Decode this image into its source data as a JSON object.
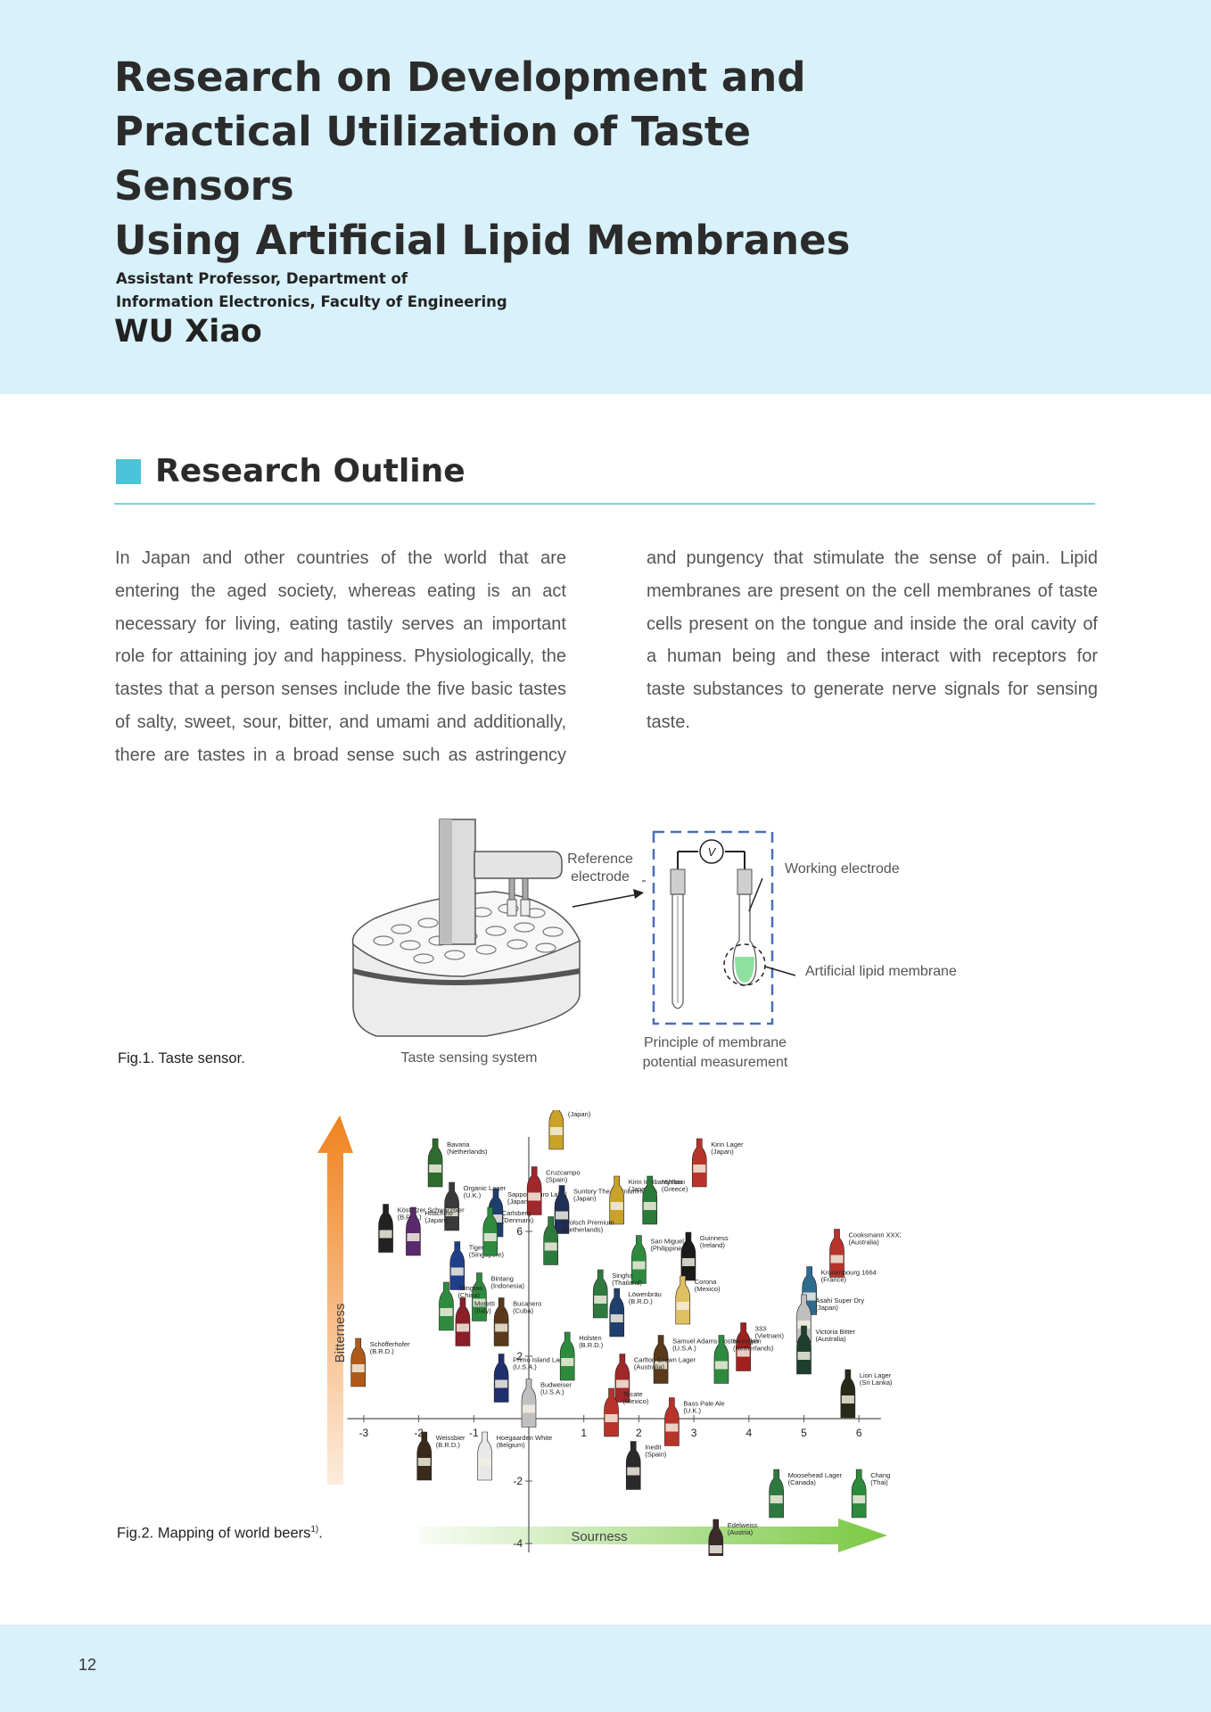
{
  "header": {
    "title_lines": [
      "Research on Development and",
      "Practical Utilization of Taste Sensors",
      "Using Artificial Lipid Membranes"
    ],
    "affiliation_lines": [
      "Assistant Professor, Department of",
      "Information Electronics, Faculty of Engineering"
    ],
    "author": "WU Xiao"
  },
  "section": {
    "title": "Research Outline"
  },
  "body": {
    "left_lines": [
      "In Japan and other countries of the world that are",
      "entering the aged society, whereas eating is an act",
      "necessary for living, eating tastily serves an important",
      "role for attaining joy and happiness.  Physiologically, the",
      "tastes that a person senses include the five basic tastes",
      "of salty, sweet, sour, bitter, and umami and additionally,",
      "there are tastes in a broad sense such as astringency"
    ],
    "right_lines": [
      "and pungency that stimulate the sense of pain.  Lipid",
      "membranes are present on the cell membranes of taste",
      "cells present on the tongue and inside the oral cavity of",
      "a human being and these interact with receptors for",
      "taste substances to generate nerve signals for sensing",
      "taste."
    ]
  },
  "fig1": {
    "caption": "Fig.1.  Taste sensor.",
    "reference_electrode_lines": [
      "Reference",
      "electrode"
    ],
    "working_electrode": "Working electrode",
    "membrane": "Artificial lipid membrane",
    "system_label": "Taste sensing system",
    "principle_lines": [
      "Principle of membrane",
      "potential measurement"
    ],
    "voltmeter": "V"
  },
  "fig2": {
    "caption": "Fig.2.  Mapping of world beers",
    "caption_sup": "1)",
    "y_axis_label": "Bitterness",
    "x_axis_label": "Sourness",
    "x_ticks": [
      "-3",
      "-2",
      "-1",
      "1",
      "2",
      "3",
      "4",
      "5",
      "6"
    ],
    "y_ticks": [
      "6",
      "2",
      "-2",
      "-4"
    ],
    "colors": {
      "bitterness_arrow": "#f0821e",
      "sourness_arrow": "#7ac943"
    },
    "beers": [
      {
        "name": "Bavaria (Netherlands)",
        "x": -1.7,
        "y": 8.2,
        "color": "#2e6b2e"
      },
      {
        "name": "Sapporo Yebisu (Japan)",
        "x": 0.5,
        "y": 9.4,
        "color": "#c9a227"
      },
      {
        "name": "Kirin Lager (Japan)",
        "x": 3.1,
        "y": 8.2,
        "color": "#b8342a"
      },
      {
        "name": "Organic Lager (U.K.)",
        "x": -1.4,
        "y": 6.8,
        "color": "#3a3a3a"
      },
      {
        "name": "Sapporo Kuro Label (Japan)",
        "x": -0.6,
        "y": 6.6,
        "color": "#1d3f6e"
      },
      {
        "name": "Cruzcampo (Spain)",
        "x": 0.1,
        "y": 7.3,
        "color": "#a0282a"
      },
      {
        "name": "Suntory The Premium Malt's (Japan)",
        "x": 0.6,
        "y": 6.7,
        "color": "#1f2f56"
      },
      {
        "name": "Kirin Ichibanshibori (Japan)",
        "x": 1.6,
        "y": 7.0,
        "color": "#c9a227"
      },
      {
        "name": "Mythos (Greece)",
        "x": 2.2,
        "y": 7.0,
        "color": "#2a7a3a"
      },
      {
        "name": "Köstritzer Schwarzbier (B.R.D.)",
        "x": -2.6,
        "y": 6.1,
        "color": "#222222"
      },
      {
        "name": "Hitachino (Japan)",
        "x": -2.1,
        "y": 6.0,
        "color": "#5a2a6e"
      },
      {
        "name": "Tiger (Singapore)",
        "x": -1.3,
        "y": 4.9,
        "color": "#1f3f8a"
      },
      {
        "name": "Carlsberg (Denmark)",
        "x": -0.7,
        "y": 6.0,
        "color": "#2e8b3e"
      },
      {
        "name": "Grolsch Premium (Netherlands)",
        "x": 0.4,
        "y": 5.7,
        "color": "#2e7a3e"
      },
      {
        "name": "Guinness (Ireland)",
        "x": 2.9,
        "y": 5.2,
        "color": "#1a1a1a"
      },
      {
        "name": "Cooksmann XXXX (Australia)",
        "x": 5.6,
        "y": 5.3,
        "color": "#b8342a"
      },
      {
        "name": "Kronenbourg 1664 (France)",
        "x": 5.1,
        "y": 4.1,
        "color": "#2e6b8e"
      },
      {
        "name": "San Miguel (Philippines)",
        "x": 2.0,
        "y": 5.1,
        "color": "#2e8b3e"
      },
      {
        "name": "Bintang (Indonesia)",
        "x": -0.9,
        "y": 3.9,
        "color": "#2e8b3e"
      },
      {
        "name": "Tsingtao (China)",
        "x": -1.5,
        "y": 3.6,
        "color": "#2e8b3e"
      },
      {
        "name": "Moretti (Italy)",
        "x": -1.2,
        "y": 3.1,
        "color": "#8a1f2a"
      },
      {
        "name": "Bucanero (Cuba)",
        "x": -0.5,
        "y": 3.1,
        "color": "#5a3a1a"
      },
      {
        "name": "Singha (Thailand)",
        "x": 1.3,
        "y": 4.0,
        "color": "#2e7a3e"
      },
      {
        "name": "Corona (Mexico)",
        "x": 2.8,
        "y": 3.8,
        "color": "#e0c060"
      },
      {
        "name": "Löwenbräu (B.R.D.)",
        "x": 1.6,
        "y": 3.4,
        "color": "#1f3f6e"
      },
      {
        "name": "Asahi Super Dry (Japan)",
        "x": 5.0,
        "y": 3.2,
        "color": "#c0c0c0"
      },
      {
        "name": "Schöfferhofer (B.R.D.)",
        "x": -3.1,
        "y": 1.8,
        "color": "#b05a1a"
      },
      {
        "name": "Primo Island Lager (U.S.A.)",
        "x": -0.5,
        "y": 1.3,
        "color": "#1f2f6e"
      },
      {
        "name": "Holsten (B.R.D.)",
        "x": 0.7,
        "y": 2.0,
        "color": "#2e8b3e"
      },
      {
        "name": "Samuel Adams Boston Lager (U.S.A.)",
        "x": 2.4,
        "y": 1.9,
        "color": "#5a3a1a"
      },
      {
        "name": "Carlton Crown Lager (Australia)",
        "x": 1.7,
        "y": 1.3,
        "color": "#a0282a"
      },
      {
        "name": "333 (Vietnam)",
        "x": 3.9,
        "y": 2.3,
        "color": "#a02020"
      },
      {
        "name": "Heineken (Netherlands)",
        "x": 3.5,
        "y": 1.9,
        "color": "#2e8b3e"
      },
      {
        "name": "Victoria Bitter (Australia)",
        "x": 5.0,
        "y": 2.2,
        "color": "#1f3f2e"
      },
      {
        "name": "Lion Lager (Sri Lanka)",
        "x": 5.8,
        "y": 0.8,
        "color": "#2a2a1a"
      },
      {
        "name": "Budweiser (U.S.A.)",
        "x": 0.0,
        "y": 0.5,
        "color": "#c0c0c0"
      },
      {
        "name": "Tecate (Mexico)",
        "x": 1.5,
        "y": 0.2,
        "color": "#b8342a"
      },
      {
        "name": "Bass Pale Ale (U.K.)",
        "x": 2.6,
        "y": -0.1,
        "color": "#b8342a"
      },
      {
        "name": "Weissbier (B.R.D.)",
        "x": -1.9,
        "y": -1.2,
        "color": "#3a2a1a"
      },
      {
        "name": "Hoegaarden White (Belgium)",
        "x": -0.8,
        "y": -1.2,
        "color": "#e8e8e8"
      },
      {
        "name": "Inedit (Spain)",
        "x": 1.9,
        "y": -1.5,
        "color": "#2a2a2a"
      },
      {
        "name": "Moosehead Lager (Canada)",
        "x": 4.5,
        "y": -2.4,
        "color": "#2e7a3e"
      },
      {
        "name": "Chang (Thai)",
        "x": 6.0,
        "y": -2.4,
        "color": "#2e8b3e"
      },
      {
        "name": "Edelweiss (Austria)",
        "x": 3.4,
        "y": -4.0,
        "color": "#3a2a2a"
      }
    ]
  }
}
